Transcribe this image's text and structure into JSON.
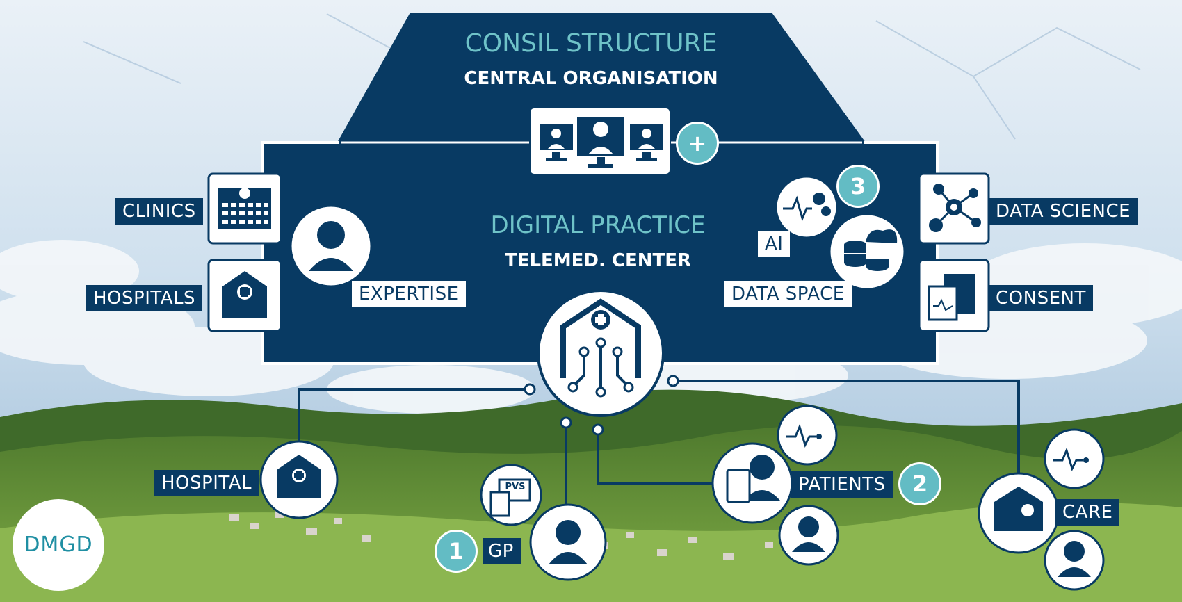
{
  "header": {
    "title": "CONSIL STRUCTURE",
    "subtitle": "CENTRAL ORGANISATION"
  },
  "center": {
    "title": "DIGITAL PRACTICE",
    "subtitle": "TELEMED. CENTER"
  },
  "labels": {
    "clinics": "CLINICS",
    "hospitals": "HOSPITALS",
    "expertise": "EXPERTISE",
    "ai": "AI",
    "data_space": "DATA SPACE",
    "data_science": "DATA SCIENCE",
    "consent": "CONSENT",
    "hospital": "HOSPITAL",
    "gp": "GP",
    "patients": "PATIENTS",
    "care": "CARE",
    "pvs": "PVS"
  },
  "badges": {
    "plus": "+",
    "gp": "1",
    "patients": "2",
    "ai": "3"
  },
  "logo": {
    "text": "DMGD"
  },
  "colors": {
    "navy": "#083a63",
    "teal": "#63bcc4",
    "title_teal": "#6fc3c8",
    "sky": "#c9dceb",
    "grass": "#6f9a3c"
  },
  "icons": [
    "doctor-monitors-icon",
    "clinic-building-icon",
    "hospital-icon",
    "doctor-icon",
    "ai-pulse-gears-icon",
    "database-cloud-icon",
    "network-graph-icon",
    "consent-document-icon",
    "telemed-hub-icon",
    "pvs-computer-icon",
    "pulse-signal-icon",
    "tablet-heart-icon",
    "patient-icon",
    "care-home-icon",
    "nurse-icon"
  ]
}
